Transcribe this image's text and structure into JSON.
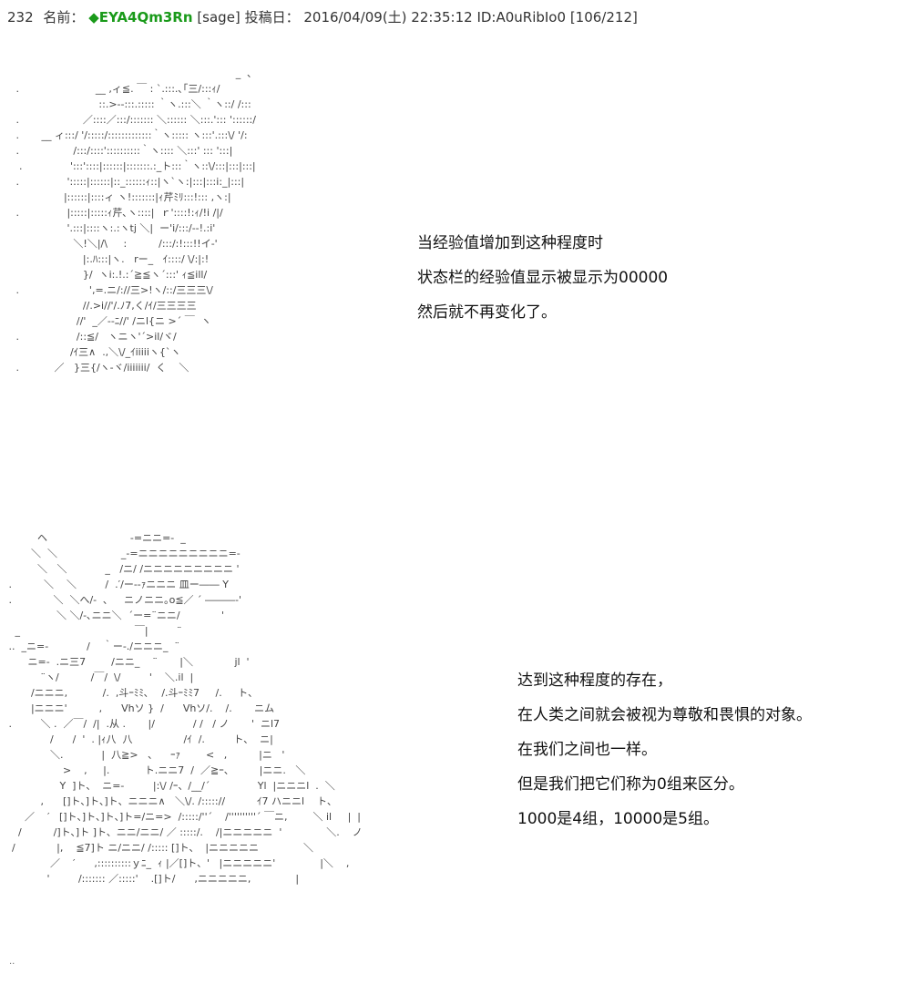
{
  "post": {
    "number": "232",
    "name_label": "名前：",
    "name": "◆EYA4Qm3Rn",
    "mail": "[sage]",
    "date_label": "投稿日：",
    "date": "2016/04/09(土) 22:35:12",
    "id": "ID:A0uRibIo0",
    "count": "[106/212]"
  },
  "messages": {
    "first": [
      "当经验值增加到这种程度时",
      "状态栏的经验值显示被显示为00000",
      "然后就不再变化了。"
    ],
    "second": [
      "达到这种程度的存在，",
      "在人类之间就会被视为尊敬和畏惧的对象。",
      "在我们之间也一样。",
      "但是我们把它们称为0组来区分。",
      "1000是4组，10000是5组。"
    ]
  },
  "ascii_art": {
    "first": "                                                                      _  ､\n .                        __ ,ィ≦. ￣ : `.:::.､｢三/:::ｨ/\n                           ::.>--:::.::::: ｀ヽ.:::＼ ｀ヽ::/ /:::\n .                    ／::::／:::/::::::: ＼:::::: ＼:::.'::: '::::::/\n .       __ ィ:::/ '/:::::/:::::::::::::｀ヽ::::: ヽ:::'.:::\\/ '/:\n .                 /:::/::::'::::::::::｀ヽ:::: ＼:::' ::: ':::|\n  .               ':::'::::|::::::|:::::::.:_ト:::｀ヽ::\\/:::|:::|:::|\n .               ':::::|::::::|::_::::::ｨ::|ヽ`ヽ:|:::|:::i:_|:::|\n                |::::::|::::ィ ヽ!:::::::|ｨ芹ﾐﾘ:::!::: ,ヽ:|\n .               |:::::|:::::ｨ芹､ヽ::::|  ｒ'::::!:ｨ/!i /|/\n                 '.:::|::::ヽ:.:ヽtj ＼|  ー'i/:::/--!.:i'\n                   ＼!＼|/\\     :          /:::/:!:::!!イ-'\n                      |:.ﾊ:::|ヽ.   rー_   ｲ::::/ \\/:|:!\n                      }/  ヽi:.!.:´≧≦ヽ´:::' ｨ≦ill/\n .                      ',=.ニ/://三>!ヽ/::/三三三\\/\n                      //.>i//'/.ﾉ7,く/ｲ/三三三三\n                    //'  _／--ﾆ//' /ニl{ニ >´ ￣  ヽ\n .                  /::≦/   ヽニヽ'´>il/ヾ/\n                  /ｲ三∧  .,＼\\/_ｲiiiiiヽ{`ヽ\n .           ／   }三{/ヽ-ヾ/iiiiiii/  く    ＼",
    "second": "          ヘ                          -=ニニ=-  _\n        ＼  ＼                    _-=ニニニニニニニニニ=-\n          ＼   ＼            _   /ニ/ /ニニニニニニニニニ '\n .          ＼    ＼         /  .′/ー--ｧニニニ 皿ー―― Y\n .             ＼  ＼へ/-  ､     ニノニニ｡o≦／ ´ ―――‐'\n                ＼ ＼/-､ニニ＼  ´ー=¨ニニ/             '\n   _                                    ￣|         ¨\n ..  _ニ=-            /    ｀ー-./ニニニ_  ¨\n       ニ=-  .ニ三7        /ニニ_    ¨       |＼             jl  '\n           ¨ヽ/          /￣/  \\/         '    ＼.il  |\n        /ニニニ,           /.  ,斗ｰﾐﾐ､    /.斗ｰﾐﾐ7     /.     ト、\n        |ニニニ'          ,      Vhソ }  /      Vhソ/.    /.       ニム\n .         ＼ .  ／￣/  /|  .从 .       |/            / /   / ノ       '  ニl7\n              /      /  '  . |ｨ八  八                /ｲ  /.         ト、  ニ|\n              ＼.            |  八≧>   、    ｰｧ        <   ,          |ニ   '\n                  >    ,     |.           ト.ニニ7  /  ／≧ｰ、        |ニニ.   ＼\n                 Y  ]ト、  ニ=-         |:\\/ /ｰ、/__/´               Yl  |ニニニl  .  ＼\n           ,      []ト、]ト、]ト、ニニニ∧   ＼\\/. /::::://          ｲ7 ハニニl    ト、\n      ／    ′   []ト、]ト、]ト、]ト=/ニ=>  /:::::/''´    /''''''''''´ ￣ニ,        ＼ il     |  |\n    /          /]ト、]ト ]ト、ニニ/ニニ/ ／ :::::/.    /|ニニニニニ  '              ＼.    ノ\n  /             |,    ≦7]ト ニ/ニニ/ /::::: []ト、  |ニニニニニ              ＼\n              ／    ′      ,::::::::::ｙﾆ_  ｨ |／[]ト、'   |ニニニニニ'              |＼    ,\n             '         /::::::: ／:::::'    .[]ト/      ,ニニニニニ,              |"
  }
}
